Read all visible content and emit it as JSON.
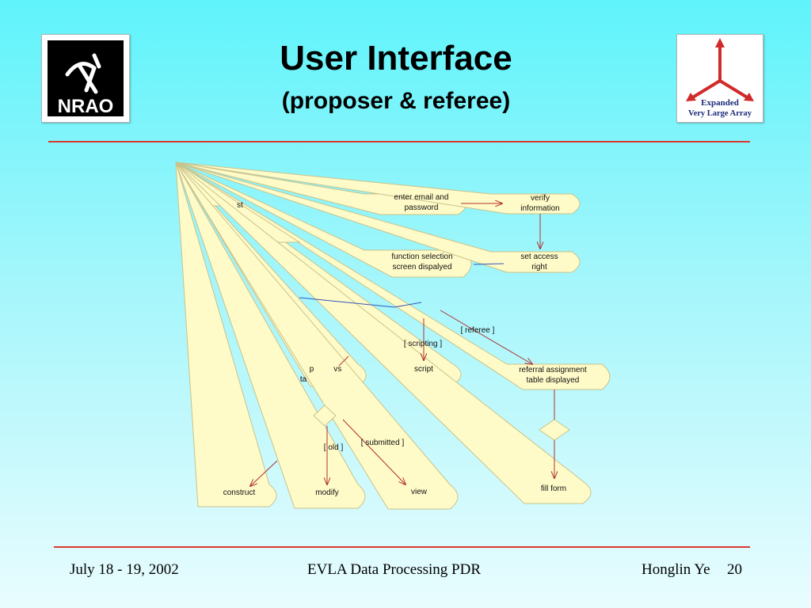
{
  "slide": {
    "title": "User Interface",
    "subtitle": "(proposer & referee)"
  },
  "logos": {
    "left_text": "NRAO",
    "right_line1": "Expanded",
    "right_line2": "Very Large Array"
  },
  "diagram": {
    "nodes": [
      {
        "id": "enter",
        "lines": [
          "enter email and",
          "password"
        ]
      },
      {
        "id": "verify",
        "lines": [
          "verify",
          "information"
        ]
      },
      {
        "id": "func",
        "lines": [
          "function selection",
          "screen dispalyed"
        ]
      },
      {
        "id": "access",
        "lines": [
          "set access",
          "right"
        ]
      },
      {
        "id": "pt",
        "lines": [
          "p         vs",
          "ta"
        ]
      },
      {
        "id": "script",
        "lines": [
          "script"
        ]
      },
      {
        "id": "referral",
        "lines": [
          "referral assignment",
          "table displayed"
        ]
      },
      {
        "id": "construct",
        "lines": [
          "construct"
        ]
      },
      {
        "id": "modify",
        "lines": [
          "modify"
        ]
      },
      {
        "id": "view",
        "lines": [
          "view"
        ]
      },
      {
        "id": "fill",
        "lines": [
          "fill form"
        ]
      }
    ],
    "guards": {
      "referee": "[ referee ]",
      "scripting": "[ scripting ]",
      "submitted": "[ submitted ]",
      "old": "[ old ]",
      "stub": "st"
    }
  },
  "footer": {
    "date": "July 18 - 19, 2002",
    "event": "EVLA Data Processing PDR",
    "author": "Honglin Ye",
    "page": "20"
  },
  "colors": {
    "rule": "#d9382f",
    "node_fill": "#fffbc8",
    "node_stroke": "#c9c28a",
    "arrow": "#b03030",
    "blue_line": "#3355bb",
    "logo_red": "#d12a2a"
  }
}
